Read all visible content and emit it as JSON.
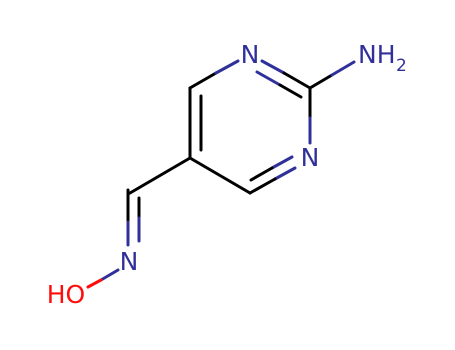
{
  "molecule": {
    "colors": {
      "carbon_bond": "#000000",
      "nitrogen": "#30309a",
      "oxygen": "#ff0d0d",
      "background": "#ffffff"
    },
    "atoms": {
      "ring_n_top": "N",
      "ring_n_right": "N",
      "amine": "NH",
      "amine_sub": "2",
      "oxime_n": "N",
      "hydroxyl": "HO"
    }
  }
}
